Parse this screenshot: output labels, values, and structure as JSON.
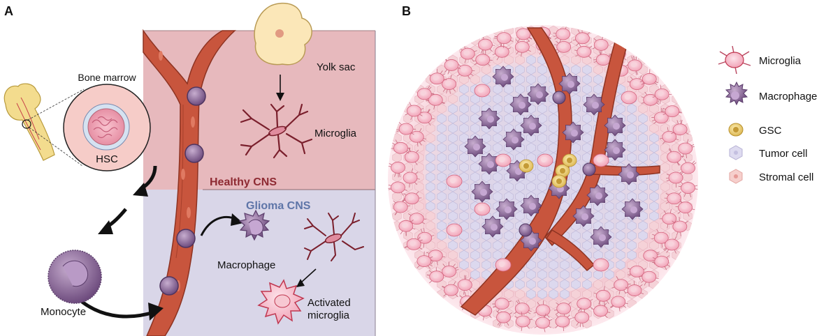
{
  "panels": {
    "a": {
      "letter": "A",
      "labels": {
        "bone_marrow": "Bone marrow",
        "hsc": "HSC",
        "yolk_sac": "Yolk sac",
        "microglia": "Microglia",
        "healthy_cns": "Healthy CNS",
        "glioma_cns": "Glioma CNS",
        "macrophage": "Macrophage",
        "monocyte": "Monocyte",
        "activated_1": "Activated",
        "activated_2": "microglia"
      }
    },
    "b": {
      "letter": "B",
      "legend": [
        {
          "label": "Microglia",
          "icon": "microglia-icon"
        },
        {
          "label": "Macrophage",
          "icon": "macrophage-icon"
        },
        {
          "label": "GSC",
          "icon": "gsc-icon"
        },
        {
          "label": "Tumor cell",
          "icon": "tumor-cell-icon"
        },
        {
          "label": "Stromal cell",
          "icon": "stromal-cell-icon"
        }
      ]
    }
  },
  "colors": {
    "healthy_bg": "#e7b9bd",
    "glioma_bg": "#d9d6e8",
    "healthy_title": "#8e2a32",
    "glioma_title": "#5e75a8",
    "vessel": "#c8553d",
    "vessel_dark": "#8d3322",
    "macrophage": "#8c6a98",
    "microglia_pink": "#f4b6c4",
    "gsc": "#ecd27a",
    "tumor": "#d6d3ea",
    "stromal": "#f2c4c0"
  }
}
